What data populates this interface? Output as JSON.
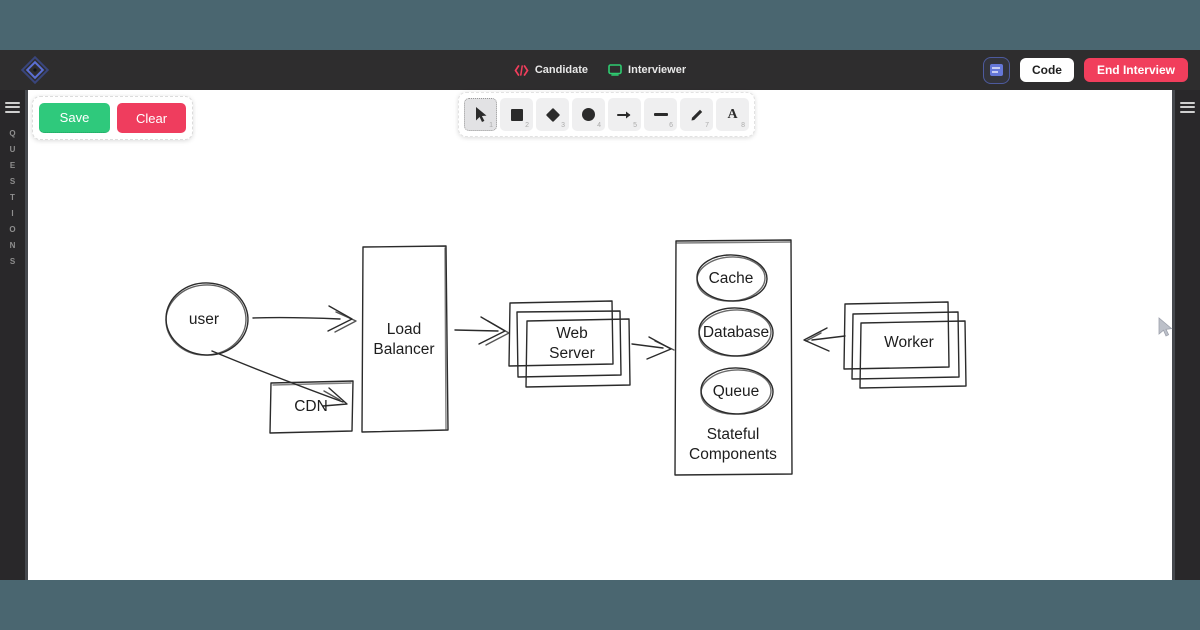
{
  "window": {
    "backdrop_color": "#4a6670",
    "header_color": "#2e2d2e",
    "accent_blue": "#5b6bc0",
    "save_green": "#2fc97c",
    "danger_red": "#f13e5c",
    "interviewer_green": "#2ecc71"
  },
  "header": {
    "candidate_tab": "Candidate",
    "interviewer_tab": "Interviewer",
    "code_button": "Code",
    "end_interview_button": "End Interview"
  },
  "actions": {
    "save": "Save",
    "clear": "Clear"
  },
  "toolbar": {
    "tools": [
      {
        "name": "selection",
        "shortcut": "1"
      },
      {
        "name": "rectangle",
        "shortcut": "2"
      },
      {
        "name": "diamond",
        "shortcut": "3"
      },
      {
        "name": "ellipse",
        "shortcut": "4"
      },
      {
        "name": "arrow",
        "shortcut": "5"
      },
      {
        "name": "line",
        "shortcut": "6"
      },
      {
        "name": "draw",
        "shortcut": "7"
      },
      {
        "name": "text",
        "shortcut": "8",
        "glyph": "A"
      }
    ]
  },
  "left_sidebar": {
    "vertical_label": "QUESTIONS"
  },
  "diagram": {
    "user": "user",
    "cdn": "CDN",
    "load_balancer": "Load Balancer",
    "web_server": "Web Server",
    "cache": "Cache",
    "database": "Database",
    "queue": "Queue",
    "stateful_components": "Stateful Components",
    "worker": "Worker"
  }
}
